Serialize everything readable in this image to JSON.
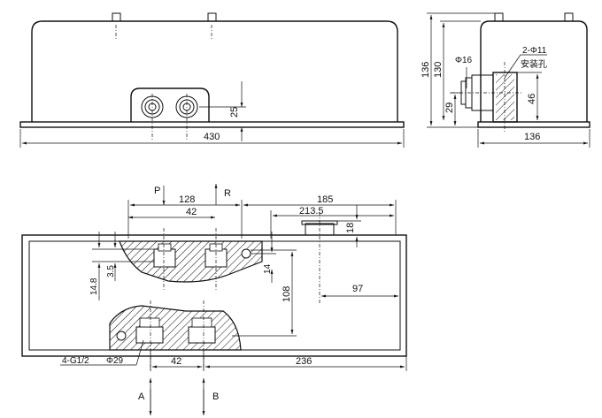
{
  "front_view": {
    "dim_width": "430",
    "dim_port_height": "25"
  },
  "side_view": {
    "dim_width": "136",
    "dim_height_total": "136",
    "dim_height_body": "130",
    "dim_base": "29",
    "dim_port": "46",
    "label_phi16": "Φ16",
    "label_mount": "2-Φ11",
    "label_mount_cn": "安装孔"
  },
  "plan_view": {
    "label_P": "P",
    "label_R": "R",
    "label_A": "A",
    "label_B": "B",
    "dim_128": "128",
    "dim_185": "185",
    "dim_42_top": "42",
    "dim_213_5": "213.5",
    "dim_18": "18",
    "dim_3_5": "3.5",
    "dim_14_8": "14.8",
    "dim_14": "14",
    "dim_108": "108",
    "dim_97": "97",
    "dim_42_bottom": "42",
    "dim_236": "236",
    "label_thread": "4-G1/2",
    "label_phi29": "Φ29"
  }
}
